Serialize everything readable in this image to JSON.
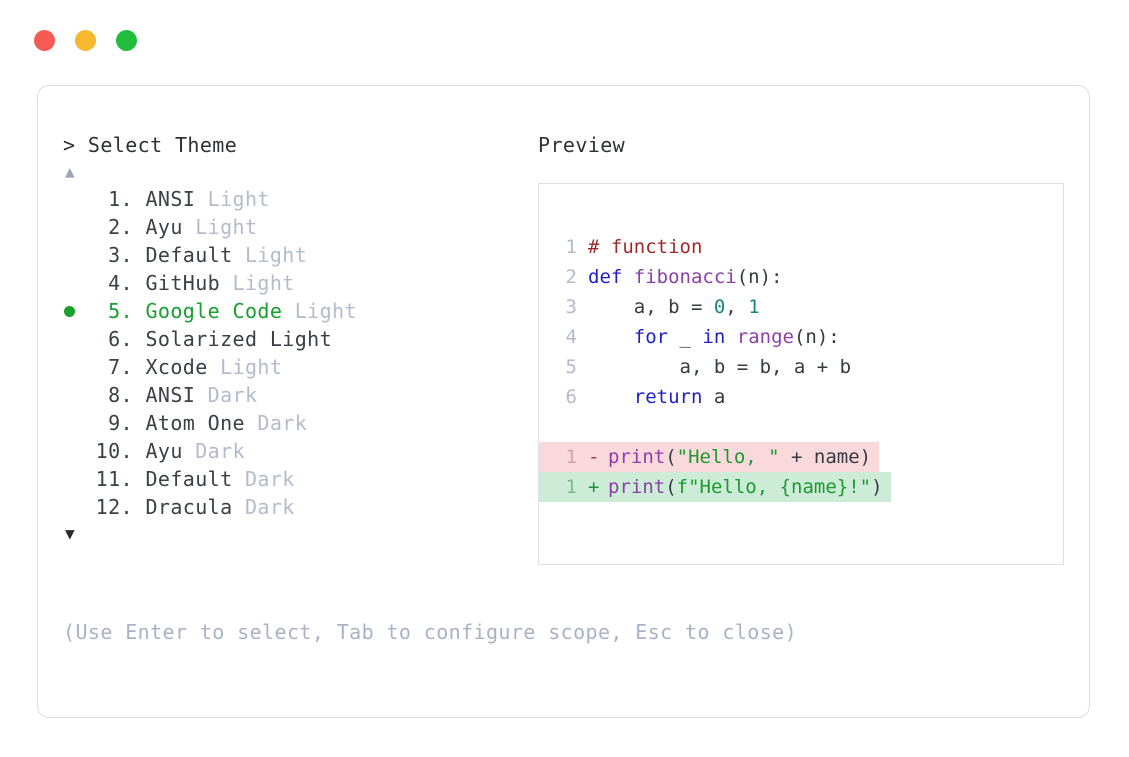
{
  "titlebar": {
    "dots": [
      {
        "name": "close-dot",
        "color": "#f45b52"
      },
      {
        "name": "minimize-dot",
        "color": "#f5b82e"
      },
      {
        "name": "maximize-dot",
        "color": "#22bd3d"
      }
    ]
  },
  "left": {
    "prompt": "> Select Theme",
    "scroll_up": "▲",
    "scroll_down": "▼",
    "selected_index": 5,
    "selected_bullet": "●",
    "items": [
      {
        "num": "1.",
        "name": "ANSI",
        "variant": " Light",
        "selected": false
      },
      {
        "num": "2.",
        "name": "Ayu",
        "variant": " Light",
        "selected": false
      },
      {
        "num": "3.",
        "name": "Default",
        "variant": " Light",
        "selected": false
      },
      {
        "num": "4.",
        "name": "GitHub",
        "variant": " Light",
        "selected": false
      },
      {
        "num": "5.",
        "name": "Google Code",
        "variant": " Light",
        "selected": true
      },
      {
        "num": "6.",
        "name": "Solarized Light",
        "variant": "",
        "selected": false
      },
      {
        "num": "7.",
        "name": "Xcode",
        "variant": " Light",
        "selected": false
      },
      {
        "num": "8.",
        "name": "ANSI",
        "variant": " Dark",
        "selected": false
      },
      {
        "num": "9.",
        "name": "Atom One",
        "variant": " Dark",
        "selected": false
      },
      {
        "num": "10.",
        "name": "Ayu",
        "variant": " Dark",
        "selected": false
      },
      {
        "num": "11.",
        "name": "Default",
        "variant": " Dark",
        "selected": false
      },
      {
        "num": "12.",
        "name": "Dracula",
        "variant": " Dark",
        "selected": false
      }
    ],
    "hint": "(Use Enter to select, Tab to configure scope, Esc to close)"
  },
  "right": {
    "label": "Preview",
    "code": {
      "lines": [
        {
          "ln": "1",
          "tokens": [
            {
              "t": "# function",
              "c": "comment"
            }
          ]
        },
        {
          "ln": "2",
          "tokens": [
            {
              "t": "def ",
              "c": "keyword"
            },
            {
              "t": "fibonacci",
              "c": "func"
            },
            {
              "t": "(n):",
              "c": "punct"
            }
          ]
        },
        {
          "ln": "3",
          "tokens": [
            {
              "t": "    a, b = ",
              "c": "plain"
            },
            {
              "t": "0",
              "c": "number"
            },
            {
              "t": ", ",
              "c": "plain"
            },
            {
              "t": "1",
              "c": "number"
            }
          ]
        },
        {
          "ln": "4",
          "tokens": [
            {
              "t": "    ",
              "c": "plain"
            },
            {
              "t": "for",
              "c": "keyword"
            },
            {
              "t": " _ ",
              "c": "plain"
            },
            {
              "t": "in",
              "c": "keyword"
            },
            {
              "t": " ",
              "c": "plain"
            },
            {
              "t": "range",
              "c": "func"
            },
            {
              "t": "(n):",
              "c": "punct"
            }
          ]
        },
        {
          "ln": "5",
          "tokens": [
            {
              "t": "        a, b = b, a + b",
              "c": "plain"
            }
          ]
        },
        {
          "ln": "6",
          "tokens": [
            {
              "t": "    ",
              "c": "plain"
            },
            {
              "t": "return",
              "c": "keyword"
            },
            {
              "t": " a",
              "c": "plain"
            }
          ]
        }
      ],
      "diff": [
        {
          "ln": "1",
          "kind": "del",
          "marker": "-",
          "tokens": [
            {
              "t": "print",
              "c": "func"
            },
            {
              "t": "(",
              "c": "punct"
            },
            {
              "t": "\"Hello, \"",
              "c": "string"
            },
            {
              "t": " + name)",
              "c": "plain"
            }
          ]
        },
        {
          "ln": "1",
          "kind": "add",
          "marker": "+",
          "tokens": [
            {
              "t": "print",
              "c": "func"
            },
            {
              "t": "(",
              "c": "punct"
            },
            {
              "t": "f\"Hello, {name}!\"",
              "c": "string"
            },
            {
              "t": ")",
              "c": "punct"
            }
          ]
        }
      ]
    }
  },
  "colors": {
    "frame_border": "#dcdee6",
    "diff_add_bg": "#cdecd8",
    "diff_del_bg": "#fad9dd",
    "accent_selected": "#17a02e",
    "muted_text": "#b4bbcb"
  }
}
